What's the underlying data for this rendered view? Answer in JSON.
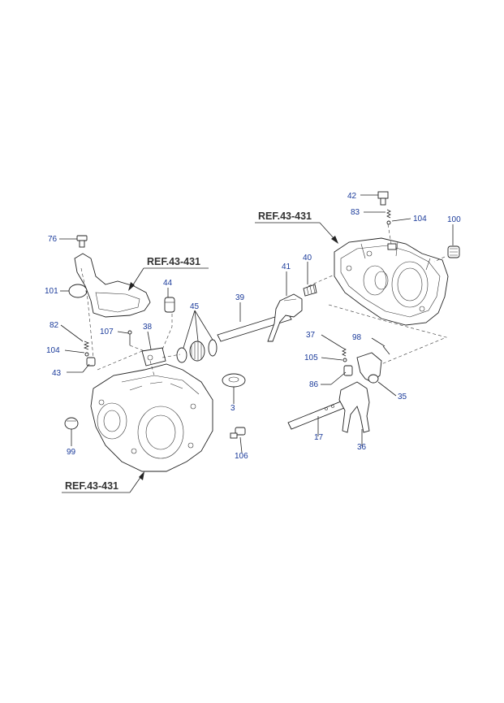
{
  "refs": {
    "upper_left": "REF.43-431",
    "upper_right": "REF.43-431",
    "lower": "REF.43-431"
  },
  "parts": {
    "p42": "42",
    "p83": "83",
    "p104a": "104",
    "p100": "100",
    "p76": "76",
    "p101": "101",
    "p44": "44",
    "p41": "41",
    "p40": "40",
    "p39": "39",
    "p45": "45",
    "p82": "82",
    "p107": "107",
    "p38": "38",
    "p104b": "104",
    "p43": "43",
    "p37": "37",
    "p98": "98",
    "p105": "105",
    "p86": "86",
    "p35": "35",
    "p3": "3",
    "p17": "17",
    "p99": "99",
    "p106": "106",
    "p36": "36"
  },
  "colors": {
    "part_number": "#1a3a9a",
    "ref_label": "#333333",
    "line": "#222222"
  }
}
